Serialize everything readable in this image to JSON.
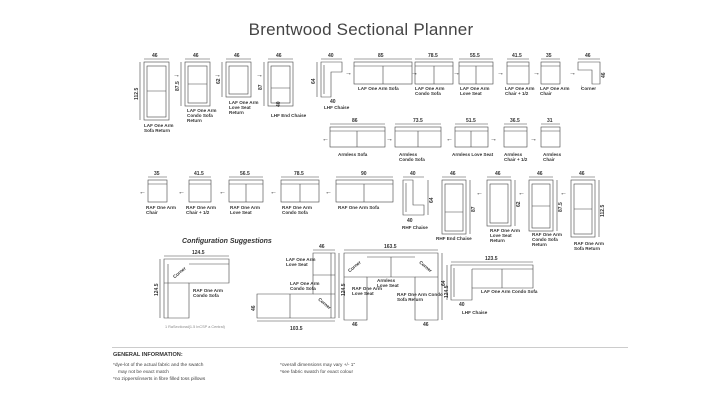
{
  "title": "Brentwood Sectional Planner",
  "row1": [
    {
      "name": "LAF One Arm\nSofa Return",
      "dim_top": "46",
      "dim_side": "112.5"
    },
    {
      "name": "LAF One Arm\nCondo Sofa\nReturn",
      "dim_top": "46",
      "dim_side": "87.5"
    },
    {
      "name": "LAF One Arm\nLove Seat\nReturn",
      "dim_top": "46",
      "dim_side": "62"
    },
    {
      "name": "LHF End Chaise",
      "dim_top": "46",
      "dim_side": "87",
      "dim_extra": "40"
    },
    {
      "name": "LHF Chaise",
      "dim_top": "40",
      "dim_side": "64",
      "dim_extra": "40"
    },
    {
      "name": "LAF One Arm Sofa",
      "dim_top": "85"
    },
    {
      "name": "LAF One Arm\nCondo Sofa",
      "dim_top": "78.5"
    },
    {
      "name": "LAF One Arm\nLove Seat",
      "dim_top": "55.5"
    },
    {
      "name": "LAF One Arm\nChair + 1/2",
      "dim_top": "41.5"
    },
    {
      "name": "LAF One Arm\nChair",
      "dim_top": "35"
    },
    {
      "name": "Corner",
      "dim_top": "46",
      "dim_side": "46"
    }
  ],
  "row2": [
    {
      "name": "Armless Sofa",
      "dim_top": "86"
    },
    {
      "name": "Armless\nCondo Sofa",
      "dim_top": "73.5"
    },
    {
      "name": "Armless Love Seat",
      "dim_top": "51.5"
    },
    {
      "name": "Armless\nChair + 1/2",
      "dim_top": "36.5"
    },
    {
      "name": "Armless\nChair",
      "dim_top": "31"
    }
  ],
  "row3": [
    {
      "name": "RAF One Arm\nChair",
      "dim_top": "35"
    },
    {
      "name": "RAF One Arm\nChair + 1/2",
      "dim_top": "41.5"
    },
    {
      "name": "RAF One Arm\nLove Seat",
      "dim_top": "56.5"
    },
    {
      "name": "RAF One Arm\nCondo Sofa",
      "dim_top": "78.5"
    },
    {
      "name": "RAF One Arm Sofa",
      "dim_top": "90"
    },
    {
      "name": "RHF Chaise",
      "dim_top": "40",
      "dim_side": "64",
      "dim_extra": "40"
    },
    {
      "name": "RHF End Chaise",
      "dim_top": "46",
      "dim_side": "87"
    },
    {
      "name": "RAF One Arm\nLove Seat\nReturn",
      "dim_top": "46",
      "dim_side": "62"
    },
    {
      "name": "RAF One Arm\nCondo Sofa\nReturn",
      "dim_top": "46",
      "dim_side": "87.5"
    },
    {
      "name": "RAF One Arm\nSofa Return",
      "dim_top": "46",
      "dim_side": "112.5"
    }
  ],
  "config": {
    "title": "Configuration Suggestions",
    "c1": {
      "top": "124.5",
      "side": "124.5",
      "corner": "Corner",
      "sofa": "RAF One Arm\nCondo Sofa"
    },
    "c2": {
      "top": "46",
      "side": "124.5",
      "bottom": "103.5",
      "corner": "Corner",
      "love": "LAF One Arm\nLove Seat",
      "condo": "LAF One Arm\nCondo Sofa",
      "depth": "46"
    },
    "c3": {
      "top": "163.5",
      "side": "124.5",
      "corner_l": "Corner",
      "corner_r": "Corner",
      "middle": "Armless\nLove Seat",
      "left": "RAF One Arm\nLove Seat",
      "right": "RAF One Arm Condo\nSofa Return",
      "depth_l": "46",
      "depth_r": "46"
    },
    "c4": {
      "top": "123.5",
      "side": "64",
      "depth": "40",
      "sofa": "LAF One Arm Condo Sofa",
      "chaise": "LHF Chaise"
    },
    "credit": "1 RaSectional(1.5 InCSP a Central)"
  },
  "general": {
    "title": "GENERAL INFORMATION:",
    "left_lines": [
      "*dye-lot of the actual fabric and the swatch",
      "may not be exact match",
      "*no zippers/inserts in fibre filled toss pillows"
    ],
    "right_lines": [
      "*overall dimensions may vary +/- 1\"",
      "*see fabric swatch for exact colour"
    ]
  },
  "icons": {
    "arrow_right": "→",
    "arrow_left": "←",
    "arrow_down": "↓"
  }
}
